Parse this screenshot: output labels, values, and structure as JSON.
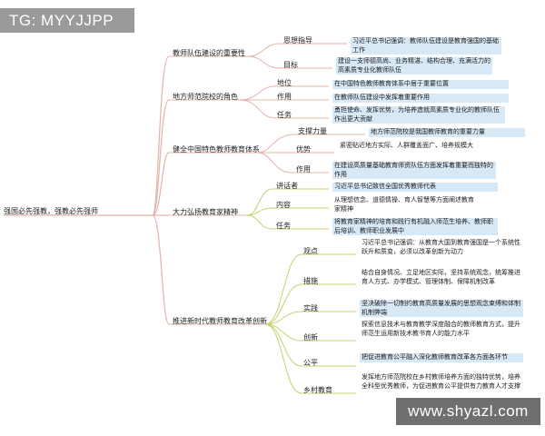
{
  "watermark_top": "TG: MYYJJPP",
  "watermark_bottom": "www.shyazl.com",
  "root": "强国必先强教，强教必先强师",
  "branches": [
    {
      "label": "教师队伍建设的重要性",
      "children": [
        {
          "label": "思想指导",
          "detail": "习近平总书记强调：教师队伍建设是教育强国的基础工作"
        },
        {
          "label": "目标",
          "detail": "建设一支师德高尚、业务精湛、结构合理、充满活力的高素质专业化教师队伍"
        }
      ]
    },
    {
      "label": "地方师范院校的角色",
      "children": [
        {
          "label": "地位",
          "detail": "在中国特色教师教育体系中居于重要位置"
        },
        {
          "label": "作用",
          "detail": "在教师队伍建设中发挥着重要作用"
        },
        {
          "label": "任务",
          "detail": "勇担使命、发挥优势，为培养造就高素质专业化的教师队伍作出更大贡献"
        }
      ]
    },
    {
      "label": "健全中国特色教师教育体系",
      "children": [
        {
          "label": "支撑力量",
          "detail": "地方师范院校是我国教师教育的重要力量"
        },
        {
          "label": "优势",
          "detail": "紧密贴近地方实际、人群覆盖面广、培养规模大"
        },
        {
          "label": "作用",
          "detail": "在建设高质量基础教育师资队伍方面发挥着重要而独特的作用"
        }
      ]
    },
    {
      "label": "大力弘扬教育家精神",
      "children": [
        {
          "label": "讲话者",
          "detail": "习近平总书记致信全国优秀教师代表"
        },
        {
          "label": "内容",
          "detail": "从理想信念、道德情操、育人智慧等方面阐述教育家精神"
        },
        {
          "label": "任务",
          "detail": "将教育家精神的培育和践行有机融入师范生培养、教师职后培训、教师职业发展中"
        }
      ]
    },
    {
      "label": "推进新时代教师教育改革创新",
      "children": [
        {
          "label": "观点",
          "detail": "习近平总书记强调：从教育大国到教育强国是一个系统性跃升和质变，必须以改革创新为动力"
        },
        {
          "label": "措施",
          "detail": "结合自身情况、立足地区实际，坚持系统观念，统筹推进育人方式、办学模式、管理体制、保障机制改革"
        },
        {
          "label": "实践",
          "detail": "坚决破除一切制约教育高质量发展的思想观念束缚和体制机制弊端"
        },
        {
          "label": "创新",
          "detail": "探索信息技术与教育教学深度融合的教师教育方式，提升师范生运用新技术教书育人的能力水平"
        },
        {
          "label": "公平",
          "detail": "把促进教育公平融入深化教师教育改革各方面各环节"
        },
        {
          "label": "乡村教育",
          "detail": "发挥地方师范院校在乡村教师培养方面的独特优势，培养全科型优秀教师，为促进教育公平提供有力教育人才支撑"
        }
      ]
    }
  ],
  "colors": {
    "line": "#e2b4a8",
    "line2": "#c9cf72",
    "box_blue": "#d7e8f6",
    "underline": "#d9a090"
  }
}
